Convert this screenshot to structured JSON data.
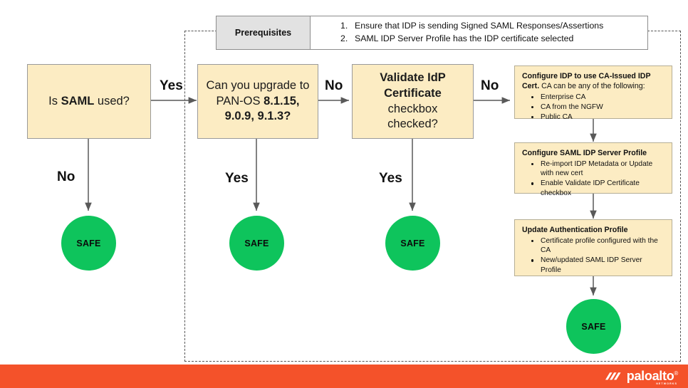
{
  "prerequisites": {
    "label": "Prerequisites",
    "items": [
      {
        "num": "1.",
        "text": "Ensure that IDP is sending Signed SAML Responses/Assertions"
      },
      {
        "num": "2.",
        "text": "SAML IDP Server Profile has the IDP certificate selected"
      }
    ]
  },
  "decisions": [
    {
      "id": "is-saml-used",
      "line1_pre": "Is ",
      "line1_bold": "SAML",
      "line1_post": " used?"
    },
    {
      "id": "can-upgrade",
      "line1": "Can you upgrade to",
      "line2_pre": "PAN-OS ",
      "line2_bold": "8.1.15,",
      "line3_bold": "9.0.9, 9.1.3?"
    },
    {
      "id": "validate-idp-cert",
      "line1_bold": "Validate IdP",
      "line2_bold": "Certificate",
      "line2_post": " checkbox",
      "line3": "checked?"
    }
  ],
  "actions": [
    {
      "id": "configure-idp-ca-issued",
      "title_bold": "Configure IDP to use CA-Issued IDP Cert.",
      "title_rest": " CA can be any of the following:",
      "bullets": [
        "Enterprise CA",
        "CA from the NGFW",
        "Public CA"
      ]
    },
    {
      "id": "configure-saml-idp-server-profile",
      "title_bold": "Configure SAML IDP Server Profile",
      "title_rest": "",
      "bullets": [
        "Re-import IDP Metadata or Update with new cert",
        "Enable Validate IDP Certificate checkbox"
      ]
    },
    {
      "id": "update-authentication-profile",
      "title_bold": "Update Authentication Profile",
      "title_rest": "",
      "bullets": [
        "Certificate profile configured with the CA",
        "New/updated SAML IDP Server Profile"
      ]
    }
  ],
  "terminators": [
    {
      "id": "safe-1",
      "label": "SAFE"
    },
    {
      "id": "safe-2",
      "label": "SAFE"
    },
    {
      "id": "safe-3",
      "label": "SAFE"
    },
    {
      "id": "safe-4",
      "label": "SAFE"
    }
  ],
  "edge_labels": [
    {
      "id": "edge-saml-yes",
      "text": "Yes"
    },
    {
      "id": "edge-saml-no",
      "text": "No"
    },
    {
      "id": "edge-upgrade-no",
      "text": "No"
    },
    {
      "id": "edge-upgrade-yes",
      "text": "Yes"
    },
    {
      "id": "edge-validate-no",
      "text": "No"
    },
    {
      "id": "edge-validate-yes",
      "text": "Yes"
    }
  ],
  "footer": {
    "brand_name": "paloalto",
    "brand_tm": "®",
    "brand_sub": "NETWORKS"
  },
  "colors": {
    "box_fill": "#fcecc3",
    "box_border": "#9a9a9a",
    "safe_green": "#0ec45c",
    "prereq_fill": "#e2e2e2",
    "footer_orange": "#f4522a",
    "connector": "#595959"
  }
}
